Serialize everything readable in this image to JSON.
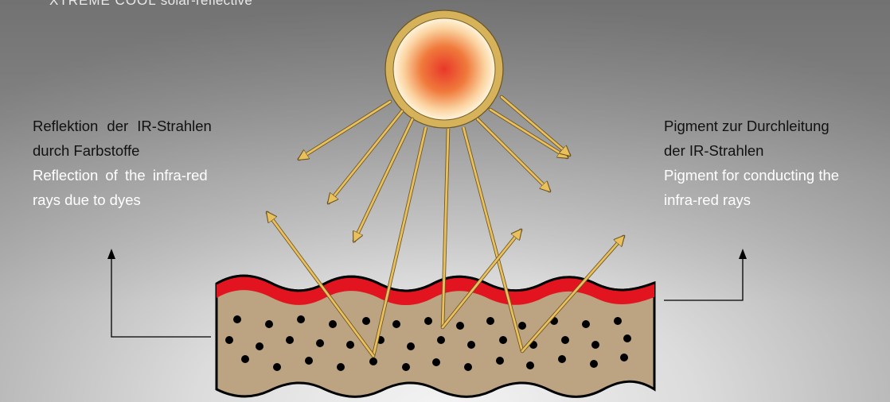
{
  "brand": {
    "name": "XTREME COOL",
    "suffix": "solar-reflective"
  },
  "left_label": {
    "de_line1": "Reflektion der IR-Strahlen",
    "de_line2": "durch Farbstoffe",
    "en_line1": "Reflection of the infra-red",
    "en_line2": "rays due to dyes"
  },
  "right_label": {
    "de_line1": "Pigment zur Durchleitung",
    "de_line2": "der IR-Strahlen",
    "en_line1": "Pigment for conducting the",
    "en_line2": "infra-red rays"
  },
  "colors": {
    "sun_center": "#e8382a",
    "sun_edge": "#fff4dc",
    "sun_ring": "#d6b25a",
    "ray": "#e9c05c",
    "red_layer": "#e2141f",
    "substrate": "#bca382",
    "pigment_dot": "#000000",
    "german_text": "#111111",
    "english_text": "#ffffff"
  }
}
